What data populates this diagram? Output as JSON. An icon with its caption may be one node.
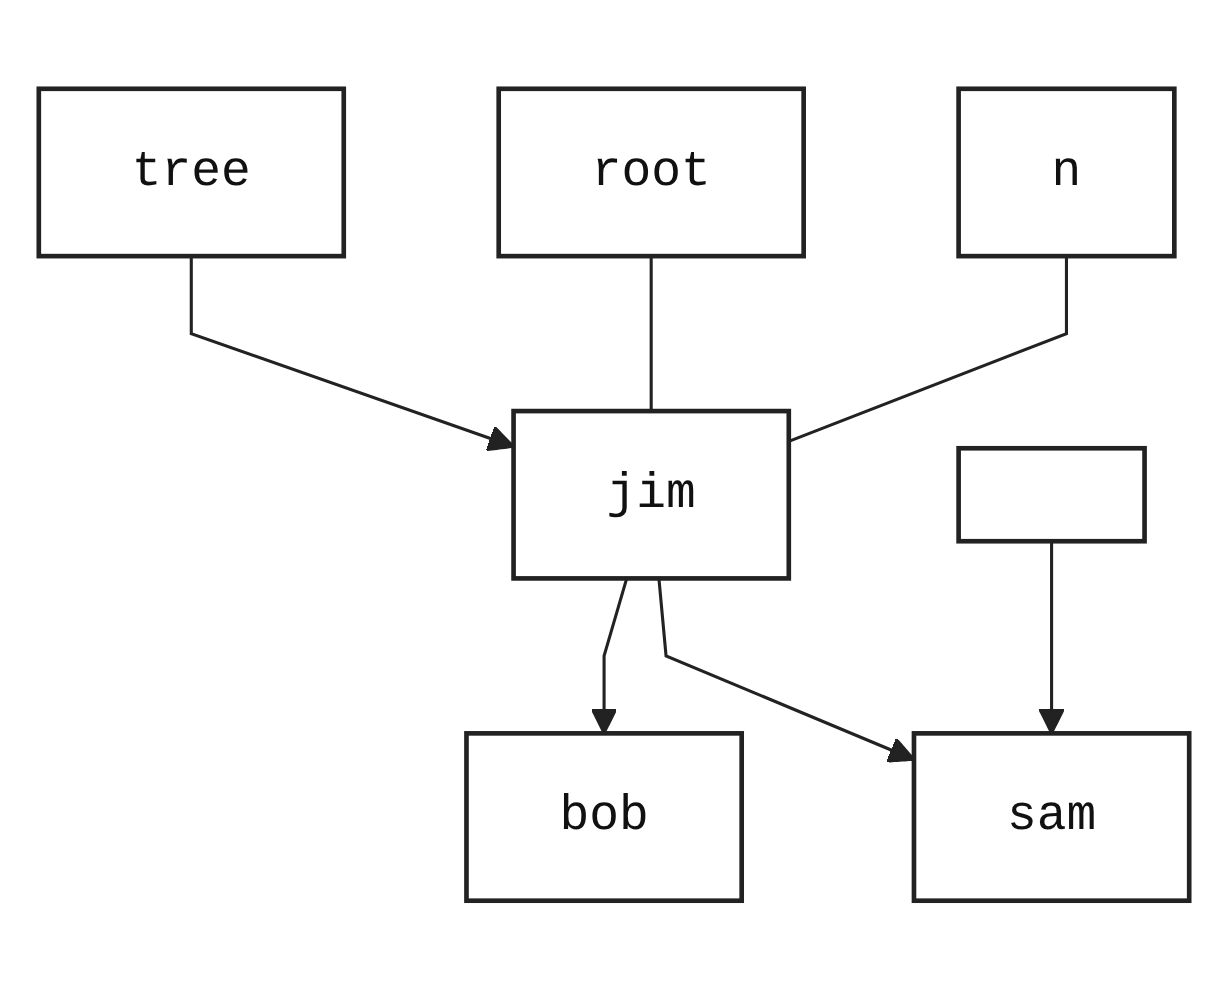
{
  "diagram": {
    "nodes": [
      {
        "text": [
          "tree"
        ]
      },
      {
        "text": [
          "root"
        ]
      },
      {
        "text": [
          "n"
        ]
      },
      {
        "text": [],
        "shape": "box"
      },
      {
        "text": [
          "jim"
        ]
      },
      {
        "text": [
          "bob"
        ]
      },
      {
        "text": [
          "sam"
        ]
      }
    ],
    "edges": [
      {
        "from": 0,
        "to": 4,
        "arrow": "to"
      },
      {
        "from": 1,
        "to": 4,
        "arrow": "none"
      },
      {
        "from": 2,
        "to": 4,
        "arrow": "none"
      },
      {
        "from": 4,
        "to": 5,
        "arrow": "to"
      },
      {
        "from": 4,
        "to": 6,
        "arrow": "to"
      },
      {
        "from": 3,
        "to": 6,
        "arrow": "to"
      }
    ]
  }
}
